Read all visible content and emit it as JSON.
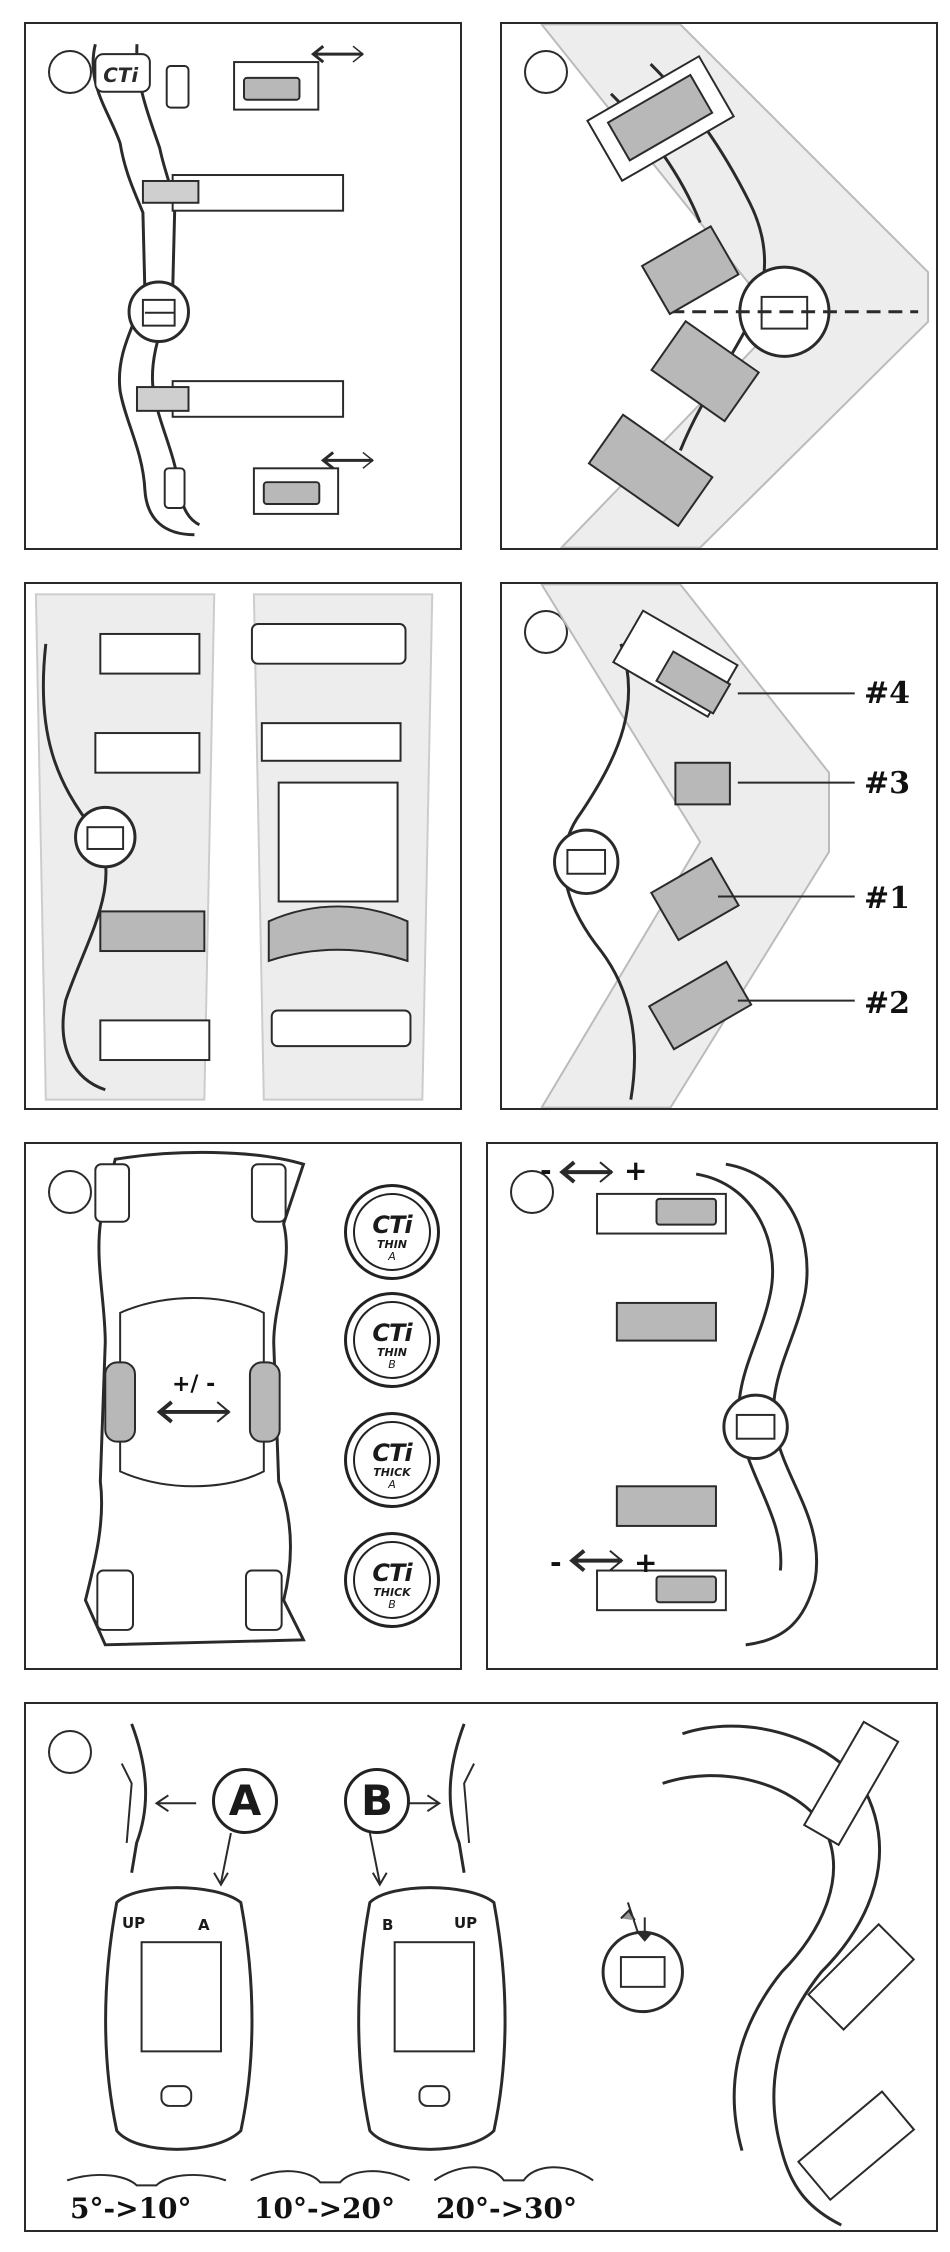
{
  "panels": [
    {
      "id": "p1",
      "step": ""
    },
    {
      "id": "p2",
      "step": ""
    },
    {
      "id": "p3",
      "step": ""
    },
    {
      "id": "p4",
      "step": ""
    },
    {
      "id": "p5",
      "step": ""
    },
    {
      "id": "p6",
      "step": ""
    },
    {
      "id": "p7",
      "step": ""
    }
  ],
  "strap_numbers": {
    "s4": "#4",
    "s3": "#3",
    "s1": "#1",
    "s2": "#2"
  },
  "pads": {
    "adjust_label": "+/ -",
    "badges": [
      {
        "logo": "CTi",
        "name": "THIN",
        "code": "A"
      },
      {
        "logo": "CTi",
        "name": "THIN",
        "code": "B"
      },
      {
        "logo": "CTi",
        "name": "THICK",
        "code": "A"
      },
      {
        "logo": "CTi",
        "name": "THICK",
        "code": "B"
      }
    ]
  },
  "strap_adjust": {
    "top_minus": "-",
    "top_plus": "+",
    "bottom_minus": "-",
    "bottom_plus": "+"
  },
  "extension_stops": {
    "option_a": "A",
    "option_b": "B",
    "plate_a_up": "UP",
    "plate_a_letter": "A",
    "plate_b_letter": "B",
    "plate_b_up": "UP",
    "angles": [
      "5°->10°",
      "10°->20°",
      "20°->30°"
    ]
  },
  "colors": {
    "line": "#2a2a2a",
    "strap_fill": "#b8b8b8",
    "leg_fill": "#ededed"
  }
}
